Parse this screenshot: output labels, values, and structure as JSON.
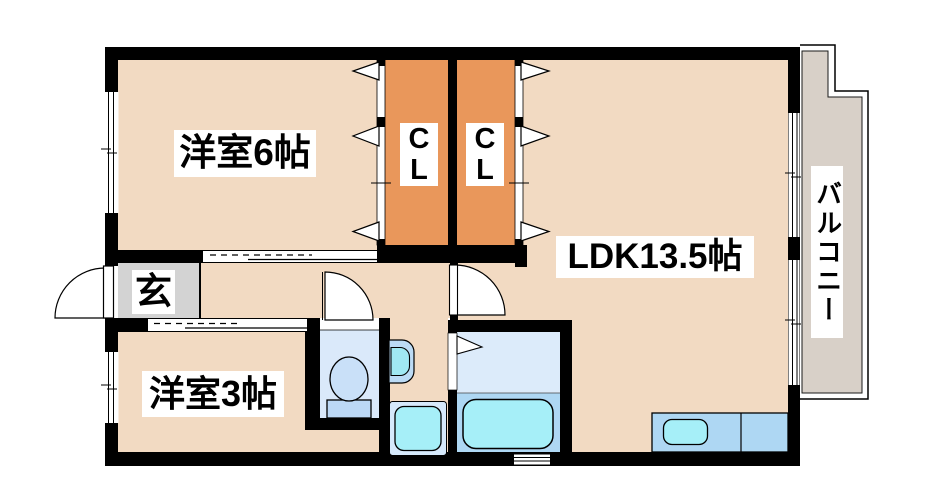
{
  "floor_plan": {
    "rooms": {
      "western6": {
        "label": "洋室6帖"
      },
      "closet_left": {
        "label": "CL"
      },
      "closet_right": {
        "label": "CL"
      },
      "ldk": {
        "label": "LDK13.5帖"
      },
      "balcony": {
        "label": "バルコニー"
      },
      "entrance": {
        "label": "玄"
      },
      "western3": {
        "label": "洋室3帖"
      }
    },
    "fixtures": [
      "toilet",
      "washbasin",
      "washing-machine-pan",
      "bathtub",
      "kitchen-sink",
      "entrance-door",
      "toilet-door",
      "ldk-door",
      "bathroom-folding-door",
      "closet-door-arrows",
      "sliding-doors",
      "windows",
      "balcony-rail"
    ],
    "colors": {
      "wall": "#000000",
      "room_floor": "#F2DAC2",
      "closet": "#E9975B",
      "entrance_floor": "#D3D3D3",
      "balcony_floor": "#D8D0C8",
      "toilet_room": "#DAE9FA",
      "bathroom_upper": "#DCEBFA",
      "water_area": "#AED7F3",
      "fixture_fill": "#A6EFF8",
      "toilet_fill": "#C9E0F8"
    }
  }
}
